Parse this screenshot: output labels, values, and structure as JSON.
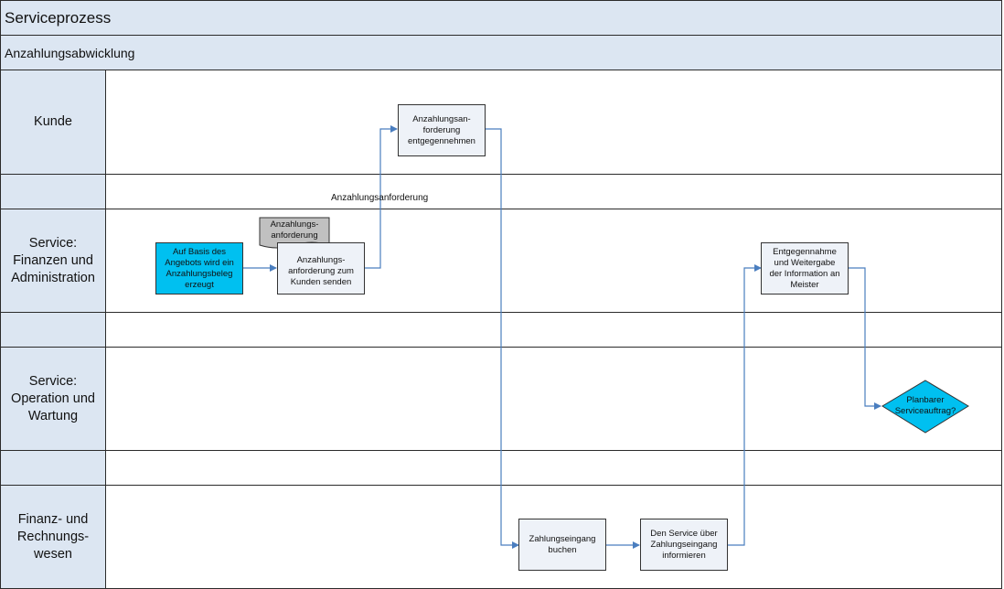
{
  "header": {
    "title": "Serviceprozess",
    "subtitle": "Anzahlungsabwicklung"
  },
  "lanes": [
    {
      "label": "Kunde"
    },
    {
      "label": ""
    },
    {
      "label": "Service:\nFinanzen und\nAdministration"
    },
    {
      "label": ""
    },
    {
      "label": "Service:\nOperation und\nWartung"
    },
    {
      "label": ""
    },
    {
      "label": "Finanz- und\nRechnungs-\nwesen"
    }
  ],
  "nodes": {
    "anzahlung_entgegennehmen": "Anzahlungsan-\nforderung\nentgegennehmen",
    "beleg_erzeugt": "Auf Basis des\nAngebots wird ein\nAnzahlungsbeleg\nerzeugt",
    "anforderung_senden": "Anzahlungs-\nanforderung zum\nKunden senden",
    "document": "Anzahlungs-\nanforderung",
    "entgegennahme": "Entgegennahme\nund Weitergabe\nder Information an\nMeister",
    "decision": "Planbarer\nServiceauftrag?",
    "zahlungseingang_buchen": "Zahlungseingang\nbuchen",
    "service_informieren": "Den Service über\nZahlungseingang\ninformieren"
  },
  "edge_labels": {
    "anzahlungsanforderung": "Anzahlungsanforderung"
  },
  "colors": {
    "lane_fill": "#dce6f2",
    "task_fill": "#eef2f8",
    "start_fill": "#00c0f0",
    "document_fill": "#c0c0c0",
    "arrow": "#4a7ebf"
  }
}
